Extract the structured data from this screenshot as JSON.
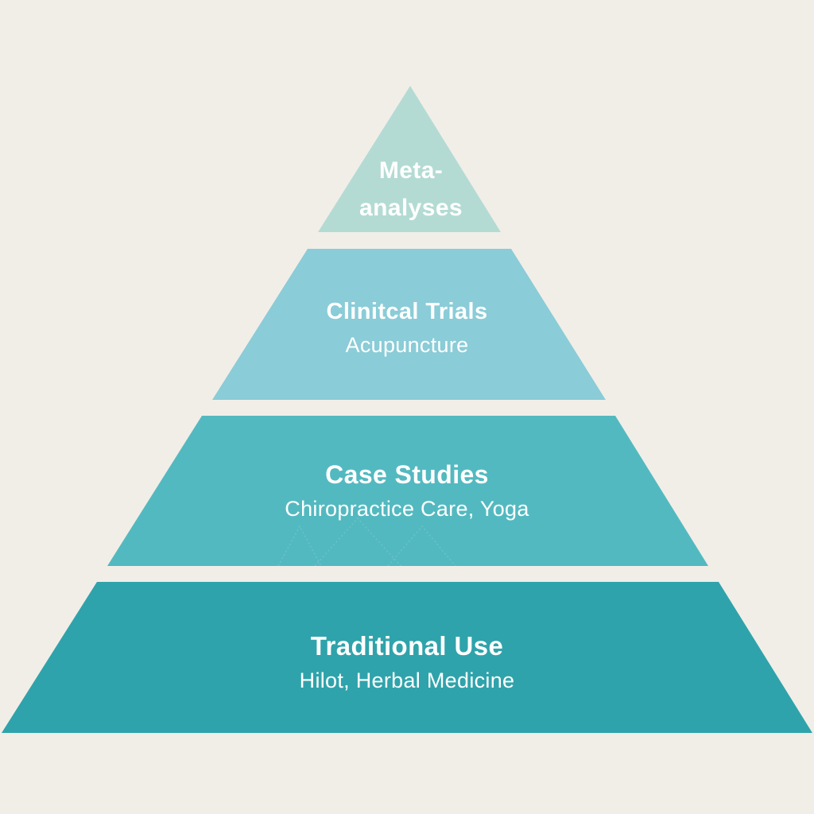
{
  "page": {
    "background_color": "#f1eee8"
  },
  "pyramid": {
    "text_color": "#ffffff",
    "tiers": [
      {
        "id": "meta-analyses",
        "label": "Meta-analyses",
        "sublabel": "",
        "color": "#b3dbd3"
      },
      {
        "id": "clinical-trials",
        "label": "Clinitcal Trials",
        "sublabel": "Acupuncture",
        "color": "#8accd7"
      },
      {
        "id": "case-studies",
        "label": "Case Studies",
        "sublabel": "Chiropractice Care, Yoga",
        "color": "#53b9c0"
      },
      {
        "id": "traditional-use",
        "label": "Traditional Use",
        "sublabel": "Hilot, Herbal Medicine",
        "color": "#2fa3ab"
      }
    ]
  }
}
